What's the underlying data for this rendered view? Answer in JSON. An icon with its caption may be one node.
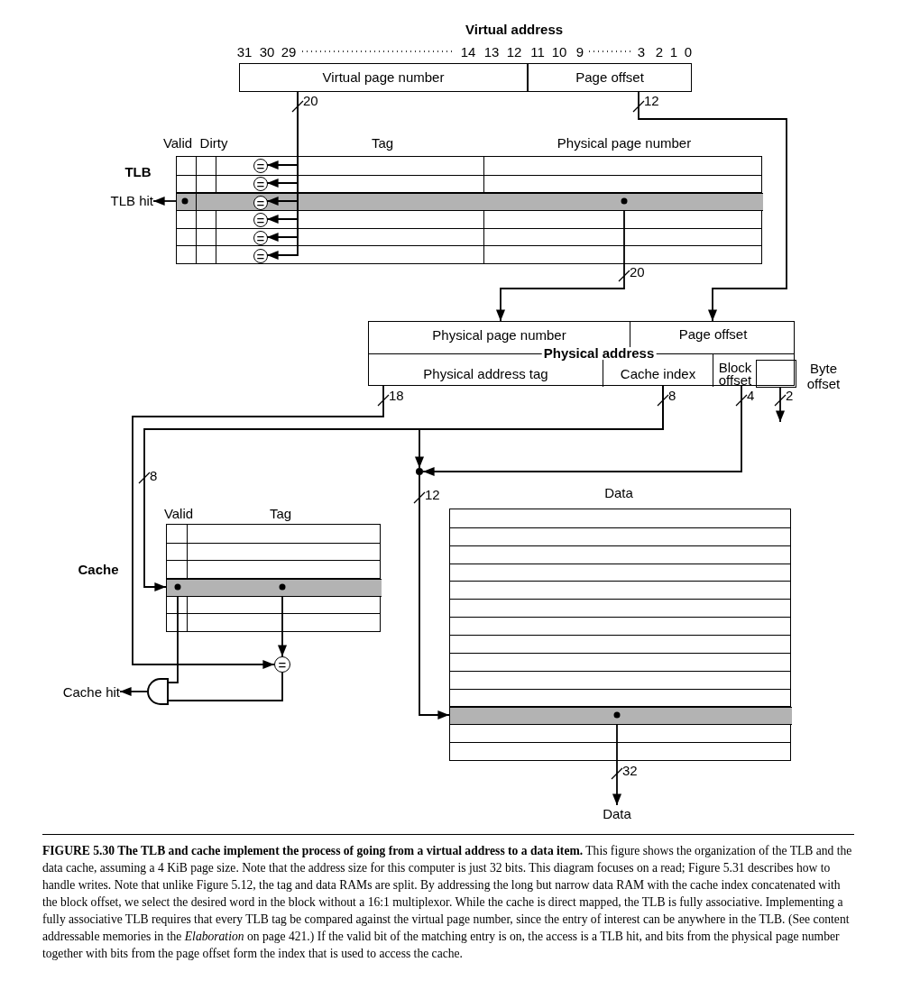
{
  "diagram": {
    "caption": "**FIGURE 5.30 The TLB and cache implement the process of going from a virtual address to a data item.** This figure shows the organization of the TLB and the data cache, assuming a 4 KiB page size. Note that the address size for this computer is just 32 bits. This diagram focuses on a read; Figure 5.31 describes how to handle writes. Note that unlike Figure 5.12, the tag and data RAMs are split. By addressing the long but narrow data RAM with the cache index concatenated with the block offset, we select the desired word in the block without a 16:1 multiplexor. While the cache is direct mapped, the TLB is fully associative. Implementing a fully associative TLB requires that every TLB tag be compared against the virtual page number, since the entry of interest can be anywhere in the TLB. (See content addressable memories in the *Elaboration* on page 421.) If the valid bit of the matching entry is on, the access is a TLB hit, and bits from the physical page number together with bits from the page offset form the index that is used to access the cache.",
    "nodes": [
      {
        "text": [
          "Virtual address"
        ]
      },
      {
        "text": [
          "Virtual page number"
        ],
        "in": 0
      },
      {
        "text": [
          "Page offset"
        ],
        "in": 0
      },
      {
        "text": [],
        "shape": "box"
      },
      {
        "text": [],
        "shape": "bar",
        "in": 3
      },
      {
        "text": [
          "="
        ],
        "in": 3
      },
      {
        "text": [
          "="
        ],
        "in": 3
      },
      {
        "text": [
          "="
        ],
        "in": 4
      },
      {
        "text": [
          "="
        ],
        "in": 3
      },
      {
        "text": [
          "="
        ],
        "in": 3
      },
      {
        "text": [
          "="
        ],
        "in": 3
      },
      {
        "text": [
          "TLB hit"
        ]
      },
      {
        "text": [
          "Physical address"
        ]
      },
      {
        "text": [
          "Physical page number"
        ],
        "in": 12
      },
      {
        "text": [
          "Page offset"
        ],
        "in": 12
      },
      {
        "text": [
          "Physical address tag"
        ],
        "in": 12
      },
      {
        "text": [
          "Cache index"
        ],
        "in": 12
      },
      {
        "text": [
          "Block offset"
        ],
        "in": 12
      },
      {
        "text": [],
        "shape": "box",
        "in": 12,
        "beside": [
          "Byte offset"
        ]
      },
      {
        "text": [],
        "shape": "circle"
      },
      {
        "text": [],
        "shape": "box"
      },
      {
        "text": [],
        "shape": "bar",
        "in": 20
      },
      {
        "text": [
          "="
        ]
      },
      {
        "text": [],
        "shape": "gate"
      },
      {
        "text": [
          "Cache hit"
        ]
      },
      {
        "text": [],
        "shape": "box"
      },
      {
        "text": [],
        "shape": "bar",
        "in": 25
      },
      {
        "text": [
          "Data"
        ]
      }
    ],
    "edges": [
      {
        "from": 1,
        "to": 5,
        "arrow": "to",
        "label": "20"
      },
      {
        "from": 1,
        "to": 6,
        "arrow": "to"
      },
      {
        "from": 1,
        "to": 7,
        "arrow": "to"
      },
      {
        "from": 1,
        "to": 8,
        "arrow": "to"
      },
      {
        "from": 1,
        "to": 9,
        "arrow": "to"
      },
      {
        "from": 1,
        "to": 10,
        "arrow": "to"
      },
      {
        "from": 4,
        "to": 11,
        "arrow": "to"
      },
      {
        "from": 4,
        "to": 13,
        "arrow": "to",
        "label": "20"
      },
      {
        "from": 2,
        "to": 14,
        "arrow": "to",
        "label": "12"
      },
      {
        "from": 15,
        "to": 22,
        "arrow": "to",
        "label": "18"
      },
      {
        "from": 16,
        "to": 21,
        "arrow": "to",
        "label": "8"
      },
      {
        "from": 16,
        "to": 19,
        "arrow": "to",
        "label": "8"
      },
      {
        "from": 17,
        "to": 19,
        "arrow": "to",
        "label": "4"
      },
      {
        "from": 18,
        "to": null,
        "arrow": "to",
        "label": "2"
      },
      {
        "from": 19,
        "to": 26,
        "arrow": "to",
        "label": "12"
      },
      {
        "from": 21,
        "to": 22,
        "arrow": "to"
      },
      {
        "from": 21,
        "to": 23,
        "arrow": "none"
      },
      {
        "from": 22,
        "to": 23,
        "arrow": "none"
      },
      {
        "from": 23,
        "to": 24,
        "arrow": "to"
      },
      {
        "from": 26,
        "to": 27,
        "arrow": "to",
        "label": "32"
      }
    ],
    "labels": [
      "31",
      "30",
      "29",
      "14",
      "13",
      "12",
      "11",
      "10",
      "9",
      "3",
      "2",
      "1",
      "0",
      "Valid",
      "Dirty",
      "Tag",
      "Physical page number",
      "TLB",
      "Cache",
      "Valid",
      "Tag",
      "Data"
    ]
  }
}
